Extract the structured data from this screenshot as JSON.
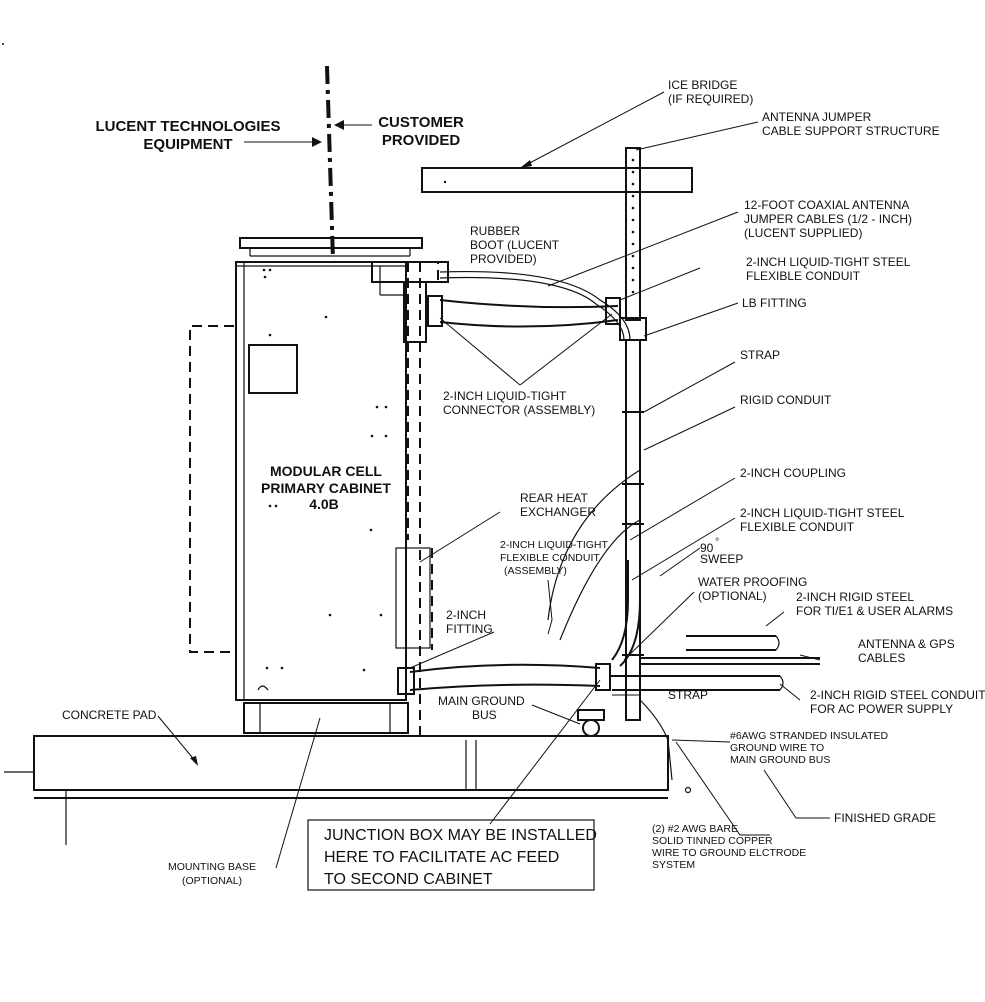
{
  "boundary": {
    "left_label_1": "LUCENT TECHNOLOGIES",
    "left_label_2": "EQUIPMENT",
    "right_label_1": "CUSTOMER",
    "right_label_2": "PROVIDED"
  },
  "cabinet": {
    "line1": "MODULAR CELL",
    "line2": "PRIMARY CABINET",
    "line3": "4.0B"
  },
  "labels": {
    "ice_bridge_1": "ICE BRIDGE",
    "ice_bridge_2": "(IF REQUIRED)",
    "antenna_support_1": "ANTENNA JUMPER",
    "antenna_support_2": "CABLE SUPPORT STRUCTURE",
    "coax_1": "12-FOOT COAXIAL ANTENNA",
    "coax_2": "JUMPER CABLES (1/2 - INCH)",
    "coax_3": "(LUCENT SUPPLIED)",
    "rubber_boot_1": "RUBBER",
    "rubber_boot_2": "BOOT (LUCENT",
    "rubber_boot_3": "PROVIDED)",
    "flex_top_1": "2-INCH LIQUID-TIGHT STEEL",
    "flex_top_2": "FLEXIBLE CONDUIT",
    "lb_fitting": "LB FITTING",
    "strap_top": "STRAP",
    "rigid_conduit": "RIGID CONDUIT",
    "connector_1": "2-INCH LIQUID-TIGHT",
    "connector_2": "CONNECTOR (ASSEMBLY)",
    "coupling": "2-INCH COUPLING",
    "rear_heat_1": "REAR HEAT",
    "rear_heat_2": "EXCHANGER",
    "flex_mid_1": "2-INCH LIQUID-TIGHT STEEL",
    "flex_mid_2": "FLEXIBLE CONDUIT",
    "flex_asm_1": "2-INCH LIQUID-TIGHT",
    "flex_asm_2": "FLEXIBLE CONDUIT",
    "flex_asm_3": "(ASSEMBLY)",
    "sweep_1": "90",
    "sweep_deg": "°",
    "sweep_2": "SWEEP",
    "waterproof_1": "WATER PROOFING",
    "waterproof_2": "(OPTIONAL)",
    "rigid_alarms_1": "2-INCH RIGID STEEL",
    "rigid_alarms_2": "FOR TI/E1 & USER ALARMS",
    "fitting_1": "2-INCH",
    "fitting_2": "FITTING",
    "antenna_gps_1": "ANTENNA & GPS",
    "antenna_gps_2": "CABLES",
    "strap_bottom": "STRAP",
    "rigid_ac_1": "2-INCH RIGID STEEL CONDUIT",
    "rigid_ac_2": "FOR AC POWER SUPPLY",
    "main_ground_1": "MAIN GROUND",
    "main_ground_2": "BUS",
    "concrete_pad": "CONCRETE PAD",
    "ground_wire_1": "#6AWG STRANDED INSULATED",
    "ground_wire_2": "GROUND WIRE TO",
    "ground_wire_3": "MAIN GROUND BUS",
    "finished_grade": "FINISHED GRADE",
    "bare_copper_1": "(2) #2 AWG BARE",
    "bare_copper_2": "SOLID TINNED COPPER",
    "bare_copper_3": "WIRE TO GROUND ELCTRODE",
    "bare_copper_4": "SYSTEM",
    "mounting_base_1": "MOUNTING BASE",
    "mounting_base_2": "(OPTIONAL)"
  },
  "note_box": {
    "line1": "JUNCTION BOX MAY BE INSTALLED",
    "line2": "HERE TO FACILITATE AC FEED",
    "line3": "TO SECOND CABINET"
  }
}
